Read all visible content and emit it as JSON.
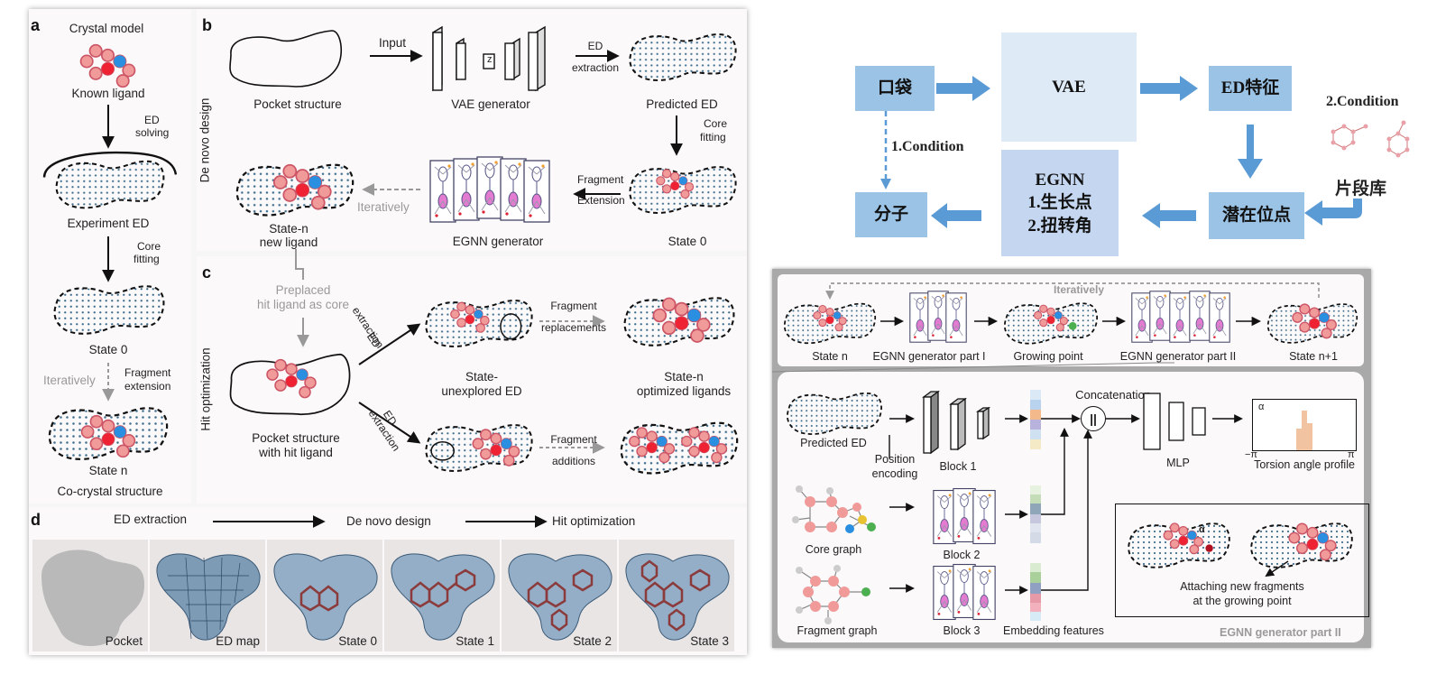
{
  "left_figure": {
    "panel_a": {
      "letter": "a",
      "crystal_model": "Crystal model",
      "known_ligand": "Known ligand",
      "ed_solving": [
        "ED",
        "solving"
      ],
      "experiment_ed": "Experiment ED",
      "core_fitting": [
        "Core",
        "fitting"
      ],
      "state0": "State 0",
      "iteratively": "Iteratively",
      "fragment_extension": [
        "Fragment",
        "extension"
      ],
      "state_n": "State n",
      "cocrystal": "Co-crystal structure"
    },
    "panel_b": {
      "letter": "b",
      "side_label": "De novo design",
      "pocket_structure": "Pocket structure",
      "input": "Input",
      "vae_generator": "VAE generator",
      "z_label": "z",
      "ed_extraction": [
        "ED",
        "extraction"
      ],
      "predicted_ed": "Predicted ED",
      "core_fitting": [
        "Core",
        "fitting"
      ],
      "state0": "State 0",
      "fragment_extension": [
        "Fragment",
        "Extension"
      ],
      "egnn_generator": "EGNN generator",
      "iteratively": "Iteratively",
      "state_n_new": [
        "State-n",
        "new ligand"
      ]
    },
    "panel_c": {
      "letter": "c",
      "side_label": "Hit optimization",
      "preplaced": [
        "Preplaced",
        "hit ligand as core"
      ],
      "ed_extraction_up": [
        "ED",
        "extraction"
      ],
      "ed_extraction_down": [
        "ED",
        "extraction"
      ],
      "pocket_hit": [
        "Pocket structure",
        "with hit ligand"
      ],
      "fragment_replacements": [
        "Fragment",
        "replacements"
      ],
      "state_unexplored": [
        "State-",
        "unexplored ED"
      ],
      "state_n_optimized": [
        "State-n",
        "optimized ligands"
      ],
      "fragment_additions": [
        "Fragment",
        "additions"
      ]
    },
    "panel_d": {
      "letter": "d",
      "stage1": "ED extraction",
      "stage2": "De novo design",
      "stage3": "Hit optimization",
      "tiles": [
        "Pocket",
        "ED map",
        "State 0",
        "State 1",
        "State 2",
        "State 3"
      ]
    }
  },
  "flowchart": {
    "pocket": "口袋",
    "vae": "VAE",
    "ed_feature": "ED特征",
    "condition1": "1.Condition",
    "condition2": "2.Condition",
    "egnn": [
      "EGNN",
      "1.生长点",
      "2.扭转角"
    ],
    "molecule": "分子",
    "latent_site": "潜在位点",
    "fragment_lib": "片段库",
    "colors": {
      "dark_box": "#9bc3e6",
      "light_box": "#deebf7",
      "arrow": "#5b9bd5"
    }
  },
  "right_figure": {
    "top": {
      "iteratively": "Iteratively",
      "state_n": "State n",
      "egnn_part1": "EGNN generator part I",
      "growing_point": "Growing point",
      "egnn_part2": "EGNN generator part II",
      "state_n1": "State n+1"
    },
    "bottom": {
      "predicted_ed": "Predicted ED",
      "position_encoding": [
        "Position",
        "encoding"
      ],
      "block1": "Block 1",
      "concatenation": "Concatenation",
      "concat_symbol": "||",
      "mlp": "MLP",
      "alpha": "α",
      "minus_pi": "−π",
      "pi": "π",
      "torsion": "Torsion angle profile",
      "core_graph": "Core graph",
      "block2": "Block 2",
      "fragment_graph": "Fragment graph",
      "block3": "Block 3",
      "embedding": "Embedding features",
      "attaching": [
        "Attaching new fragments",
        "at the growing point"
      ],
      "alpha_small": "α",
      "footer": "EGNN generator part II"
    }
  }
}
